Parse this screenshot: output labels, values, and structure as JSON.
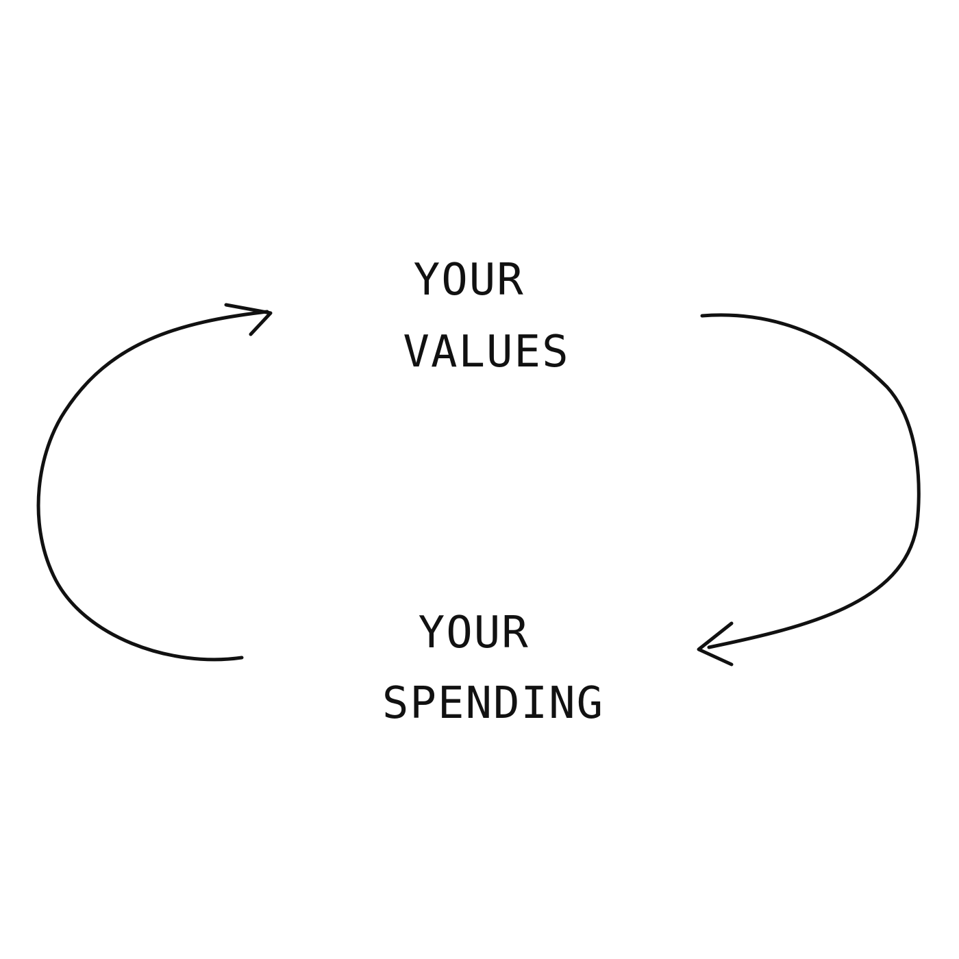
{
  "diagram": {
    "nodes": [
      {
        "id": "values",
        "lines": [
          "YOUR",
          "VALUES"
        ]
      },
      {
        "id": "spending",
        "lines": [
          "YOUR",
          "SPENDING"
        ]
      }
    ],
    "edges": [
      {
        "from": "values",
        "to": "spending",
        "side": "right"
      },
      {
        "from": "spending",
        "to": "values",
        "side": "left"
      }
    ]
  },
  "colors": {
    "background": "#ffffff",
    "ink": "#111111"
  }
}
